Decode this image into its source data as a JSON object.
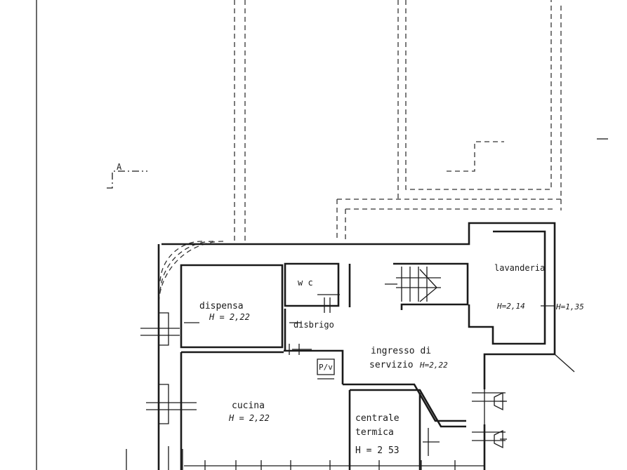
{
  "section_marker": {
    "letter": "A"
  },
  "rooms": [
    {
      "id": "dispensa",
      "name": "dispensa",
      "height": "H = 2,22"
    },
    {
      "id": "wc",
      "name": "w c",
      "height": ""
    },
    {
      "id": "disbrigo",
      "name": "disbrigo",
      "height": ""
    },
    {
      "id": "lavanderia",
      "name": "lavanderia",
      "height": "H=2,14"
    },
    {
      "id": "ingresso",
      "name": "ingresso di",
      "name2": "servizio",
      "height": "H=2,22"
    },
    {
      "id": "cucina",
      "name": "cucina",
      "height": "H = 2,22"
    },
    {
      "id": "centrale",
      "name": "centrale",
      "name2": "termica",
      "height": "H = 2 53"
    }
  ],
  "labels": {
    "pv": "P/v",
    "exterior_height": "H=1,35"
  },
  "colors": {
    "ink": "#1a1a1a",
    "paper": "#ffffff"
  }
}
